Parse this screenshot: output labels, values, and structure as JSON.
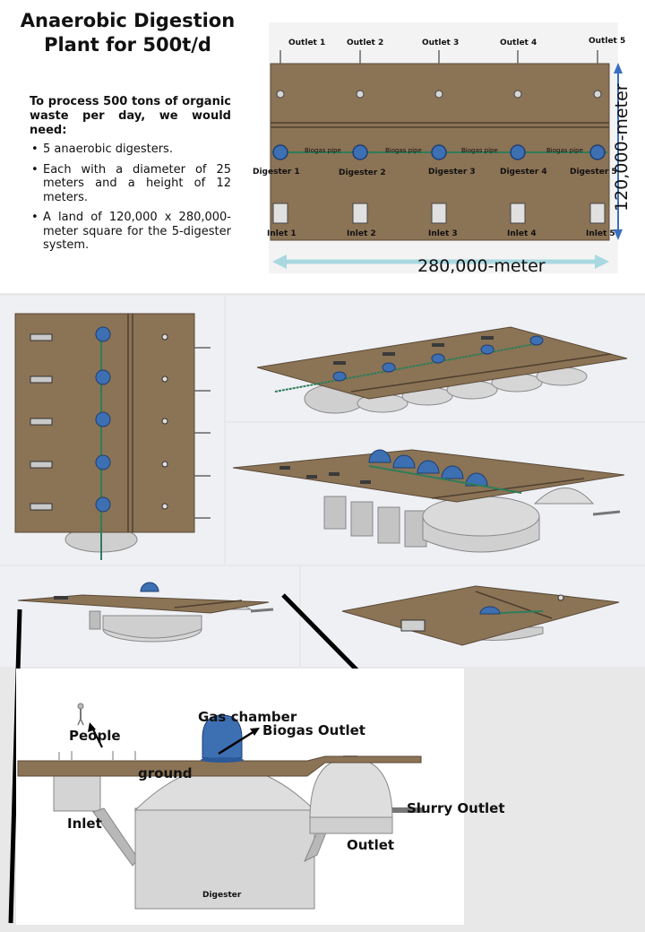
{
  "title_line1": "Anaerobic Digestion",
  "title_line2": "Plant for 500t/d",
  "intro": "To process 500 tons of organic waste per day, we would need:",
  "bullets": [
    "5 anaerobic digesters.",
    "Each with a diameter of 25 meters and a height of 12 meters.",
    "A land of 120,000 x 280,000-meter square for the 5-digester system."
  ],
  "plan": {
    "outlets": [
      "Outlet 1",
      "Outlet 2",
      "Outlet 3",
      "Outlet 4",
      "Outlet 5"
    ],
    "digesters": [
      "Digester 1",
      "Digester 2",
      "Digester 3",
      "Digester 4",
      "Digester 5"
    ],
    "inlets": [
      "Inlet 1",
      "Inlet 2",
      "Inlet 3",
      "Inlet 4",
      "Inlet 5"
    ],
    "pipe_labels": [
      "Biogas pipe",
      "Biogas pipe",
      "Biogas pipe",
      "Biogas pipe"
    ],
    "width_label": "280,000-meter",
    "height_label": "120,000-meter"
  },
  "section": {
    "people": "People",
    "gas_chamber": "Gas chamber",
    "biogas_outlet": "Biogas Outlet",
    "ground": "ground",
    "inlet": "Inlet",
    "slurry_outlet": "Slurry Outlet",
    "outlet": "Outlet",
    "digester": "Digester"
  },
  "colors": {
    "board": "#8b7355",
    "dome": "#3d6fb3",
    "pipe": "#2e7d5a",
    "tank": "#c8c8c8",
    "arrow_h": "#a8d8e0",
    "arrow_v": "#3a6fc0"
  }
}
